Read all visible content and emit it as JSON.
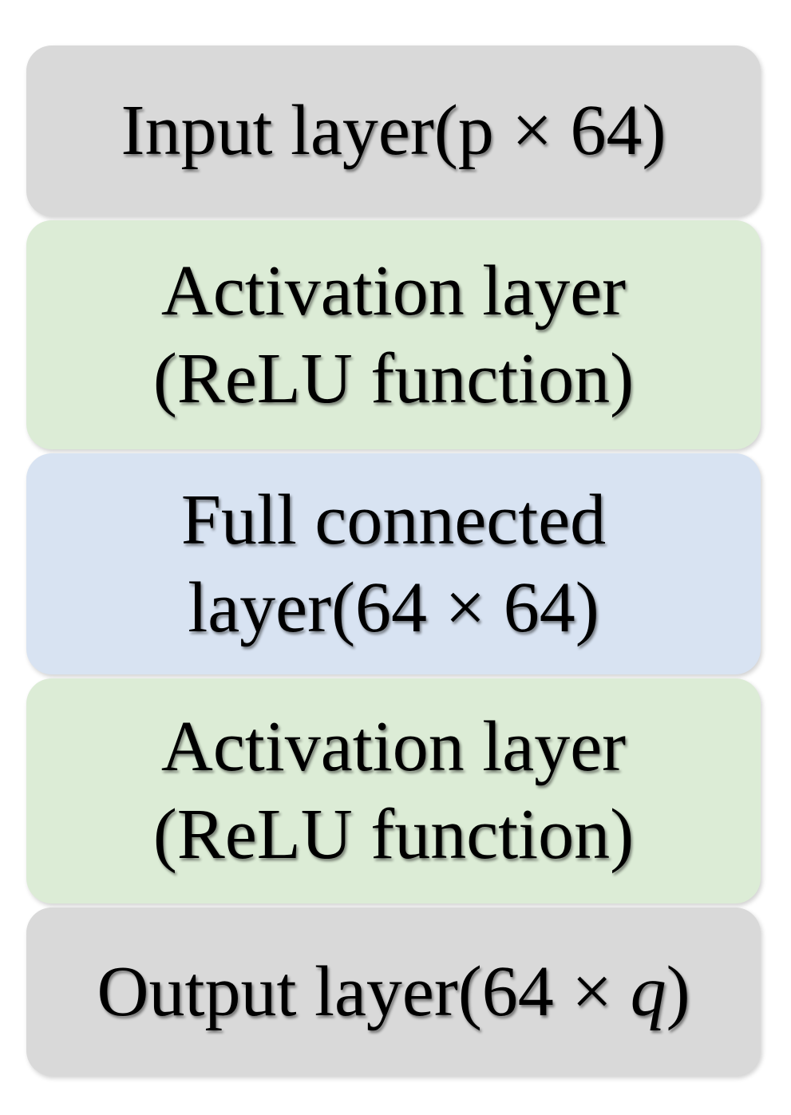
{
  "diagram": {
    "name": "neural-network-layer-architecture",
    "colors": {
      "background": "#ffffff",
      "input_output_gray": "#d9d9d9",
      "activation_green": "#dcecd6",
      "fully_connected_blue": "#d8e3f2",
      "text": "#000000"
    },
    "layers": [
      {
        "id": "input-layer",
        "color": "#d9d9d9",
        "lines": [
          "Input layer(p × 64)"
        ]
      },
      {
        "id": "activation-layer-1",
        "color": "#dcecd6",
        "lines": [
          "Activation layer",
          "(ReLU function)"
        ]
      },
      {
        "id": "full-connected-layer",
        "color": "#d8e3f2",
        "lines": [
          "Full connected",
          "layer(64 × 64)"
        ]
      },
      {
        "id": "activation-layer-2",
        "color": "#dcecd6",
        "lines": [
          "Activation layer",
          "(ReLU function)"
        ]
      },
      {
        "id": "output-layer",
        "color": "#d9d9d9",
        "output_prefix": "Output layer(64 × ",
        "output_var": "q",
        "output_suffix": ")"
      }
    ]
  }
}
